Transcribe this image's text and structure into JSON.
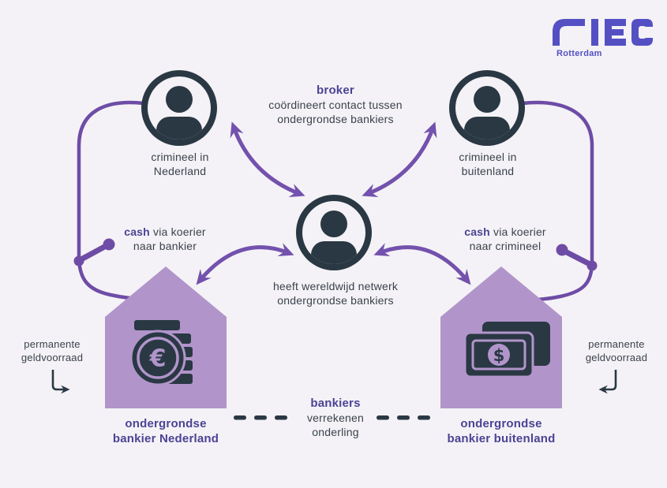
{
  "logo": {
    "name": "RIEC",
    "city": "Rotterdam",
    "color": "#5450c4"
  },
  "colors": {
    "background": "#f4f2f6",
    "dark": "#2a3844",
    "arrow_purple": "#7351ad",
    "house_purple": "#b195ca",
    "label_purple": "#4b4394"
  },
  "nodes": {
    "broker": {
      "title": "broker",
      "desc1": "coördineert contact tussen",
      "desc2": "ondergrondse bankiers"
    },
    "criminal_nl": {
      "line1": "crimineel in",
      "line2": "Nederland"
    },
    "criminal_abroad": {
      "line1": "crimineel in",
      "line2": "buitenland"
    },
    "network_banker": {
      "line1": "heeft wereldwijd netwerk",
      "line2": "ondergrondse bankiers"
    },
    "banker_nl": {
      "line1": "ondergrondse",
      "line2": "bankier Nederland"
    },
    "banker_abroad": {
      "line1": "ondergrondse",
      "line2": "bankier buitenland"
    }
  },
  "annotations": {
    "cash_left": {
      "bold": "cash",
      "rest": " via koerier",
      "line2": "naar bankier"
    },
    "cash_right": {
      "bold": "cash",
      "rest": " via koerier",
      "line2": "naar crimineel"
    },
    "settle": {
      "title": "bankiers",
      "line1": "verrekenen",
      "line2": "onderling"
    },
    "supply_left": {
      "line1": "permanente",
      "line2": "geldvoorraad"
    },
    "supply_right": {
      "line1": "permanente",
      "line2": "geldvoorraad"
    }
  },
  "icons": {
    "euro_symbol": "€",
    "dollar_symbol": "$"
  }
}
